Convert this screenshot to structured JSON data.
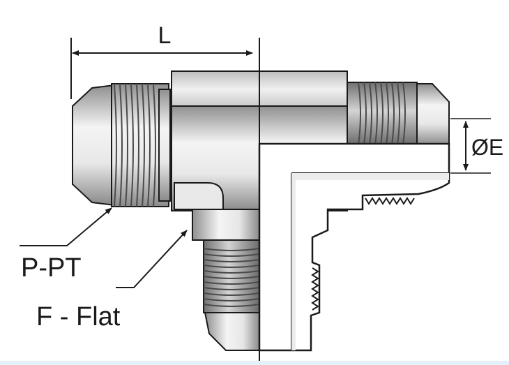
{
  "labels": {
    "length": "L",
    "diameter": "ØE",
    "port": "P-PT",
    "flat": "F - Flat"
  },
  "colors": {
    "outline": "#1a1a1a",
    "body_light": "#f2f2f2",
    "body_dark": "#a9a9a9",
    "thread_dark": "#6e6e6e",
    "section_fill": "#dcdcdc",
    "background": "#ffffff",
    "bottom_band": "#e4f1fb"
  }
}
